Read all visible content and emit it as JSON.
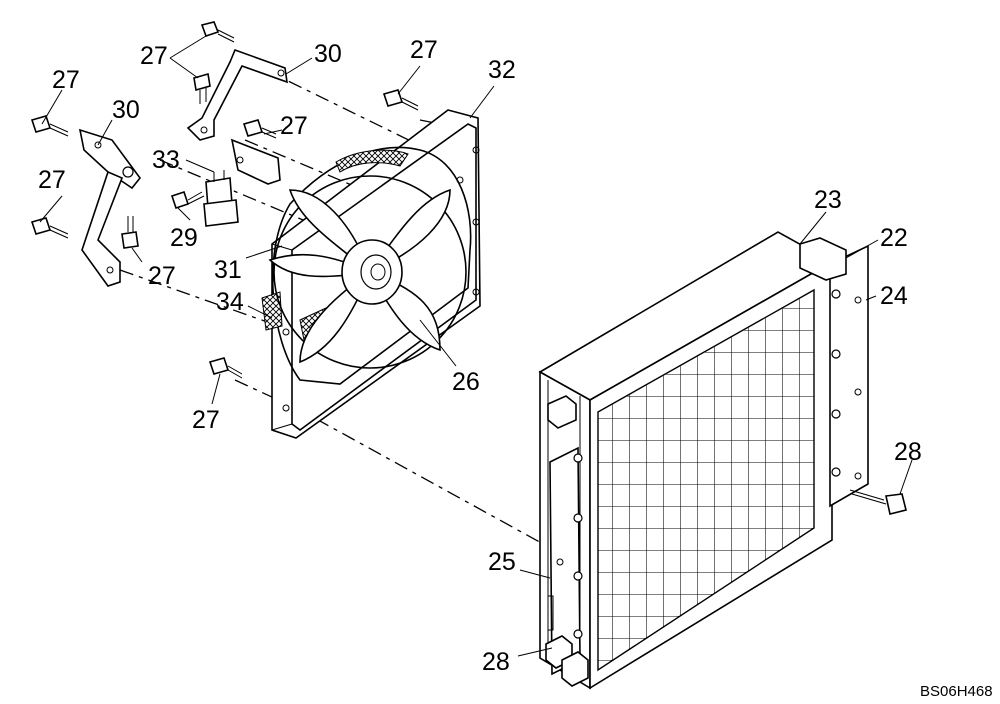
{
  "diagram": {
    "drawing_code": "BS06H468",
    "callouts": {
      "c22": "22",
      "c23": "23",
      "c24": "24",
      "c25": "25",
      "c26": "26",
      "c27": "27",
      "c28": "28",
      "c29": "29",
      "c30": "30",
      "c31": "31",
      "c32": "32",
      "c33": "33",
      "c34": "34"
    }
  }
}
